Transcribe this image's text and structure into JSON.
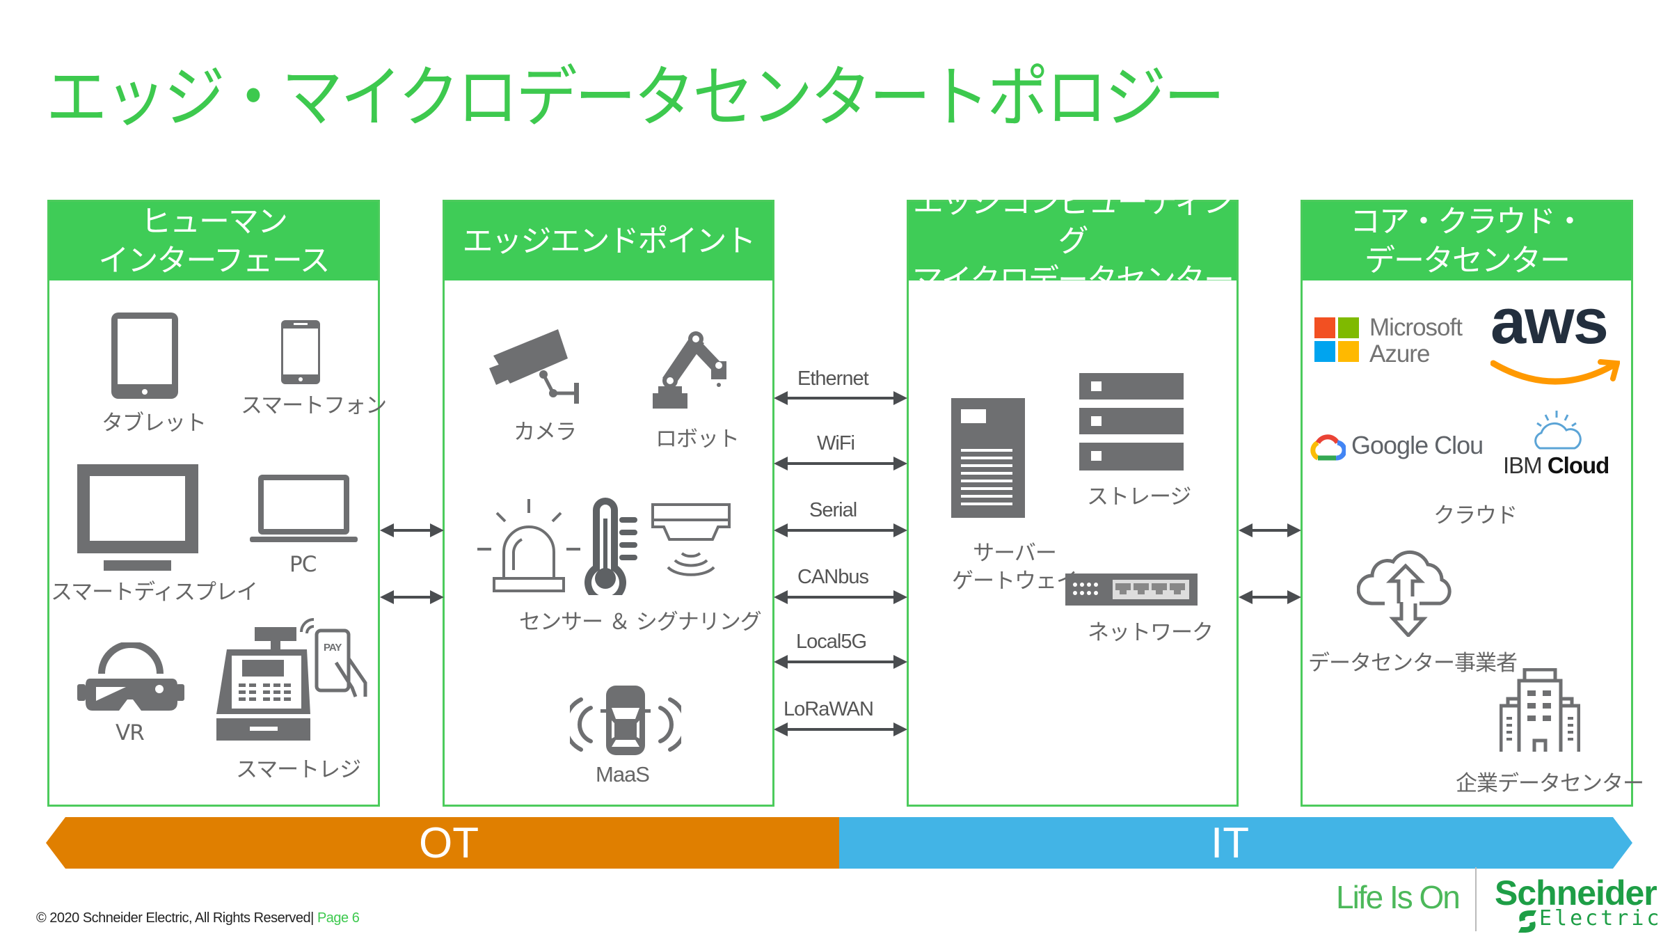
{
  "title": "エッジ・マイクロデータセンタートポロジー",
  "columns": [
    {
      "header_lines": [
        "ヒューマン",
        "インターフェース"
      ],
      "items": [
        {
          "label": "タブレット",
          "icon": "tablet-icon"
        },
        {
          "label": "スマートフォン",
          "icon": "smartphone-icon"
        },
        {
          "label": "スマートディスプレイ",
          "icon": "monitor-icon"
        },
        {
          "label": "PC",
          "icon": "laptop-icon"
        },
        {
          "label": "VR",
          "icon": "vr-headset-icon"
        },
        {
          "label": "スマートレジ",
          "icon": "cash-register-icon",
          "badge": "PAY"
        }
      ]
    },
    {
      "header_lines": [
        "エッジエンドポイント"
      ],
      "items": [
        {
          "label": "カメラ",
          "icon": "security-camera-icon"
        },
        {
          "label": "ロボット",
          "icon": "robot-arm-icon"
        },
        {
          "label": "センサー ＆ シグナリング",
          "icon": "sensor-signaling-icon"
        },
        {
          "label": "MaaS",
          "icon": "connected-car-icon"
        }
      ]
    },
    {
      "header_lines": [
        "エッジコンピューティング",
        "マイクロデータセンター"
      ],
      "items": [
        {
          "label_lines": [
            "サーバー",
            "ゲートウェイ"
          ],
          "icon": "server-icon"
        },
        {
          "label": "ストレージ",
          "icon": "storage-icon"
        },
        {
          "label": "ネットワーク",
          "icon": "network-switch-icon"
        }
      ]
    },
    {
      "header_lines": [
        "コア・クラウド・",
        "データセンター"
      ],
      "logos": {
        "microsoft": [
          "Microsoft",
          "Azure"
        ],
        "aws": "aws",
        "google": "Google Clou",
        "ibm_prefix": "IBM",
        "ibm_suffix": "Cloud"
      },
      "items": [
        {
          "label": "クラウド"
        },
        {
          "label": "データセンター事業者",
          "icon": "cloud-transfer-icon"
        },
        {
          "label": "企業データセンター",
          "icon": "office-building-icon"
        }
      ]
    }
  ],
  "protocols": [
    "Ethernet",
    "WiFi",
    "Serial",
    "CANbus",
    "Local5G",
    "LoRaWAN"
  ],
  "band": {
    "left_label": "OT",
    "right_label": "IT",
    "left_color": "#E07F00",
    "right_color": "#42B4E6"
  },
  "colors": {
    "accent_green": "#3DC94E",
    "icon_gray": "#6E6F71",
    "arrow_gray": "#4A4D50"
  },
  "footer": {
    "copyright": "© 2020 Schneider Electric, All Rights Reserved",
    "page": "Page 6",
    "tagline": "Life Is On",
    "brand_line1": "Schneider",
    "brand_line2": "Electric"
  }
}
